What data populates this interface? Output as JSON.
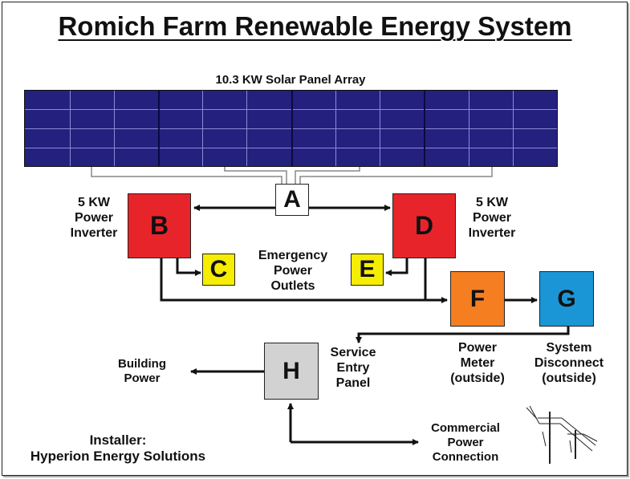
{
  "title": "Romich Farm Renewable Energy System",
  "solar_array_label": "10.3 KW Solar Panel Array",
  "inverter_b": {
    "letter": "B",
    "label_lines": [
      "5 KW",
      "Power",
      "Inverter"
    ]
  },
  "inverter_d": {
    "letter": "D",
    "label_lines": [
      "5 KW",
      "Power",
      "Inverter"
    ]
  },
  "junction_a": {
    "letter": "A"
  },
  "outlet_c": {
    "letter": "C"
  },
  "outlet_e": {
    "letter": "E"
  },
  "emergency_label_lines": [
    "Emergency",
    "Power",
    "Outlets"
  ],
  "meter_f": {
    "letter": "F",
    "label_lines": [
      "Power",
      "Meter",
      "(outside)"
    ]
  },
  "disconnect_g": {
    "letter": "G",
    "label_lines": [
      "System",
      "Disconnect",
      "(outside)"
    ]
  },
  "panel_h": {
    "letter": "H",
    "label_lines": [
      "Service",
      "Entry",
      "Panel"
    ]
  },
  "building_power_lines": [
    "Building",
    "Power"
  ],
  "commercial_lines": [
    "Commercial",
    "Power",
    "Connection"
  ],
  "installer": {
    "heading": "Installer:",
    "name": "Hyperion Energy Solutions"
  },
  "colors": {
    "panel_blue": "#23207e",
    "inverter_red": "#e8242b",
    "outlet_yellow": "#f6ee00",
    "meter_orange": "#f57e20",
    "disconnect_blue": "#1a96d6",
    "service_gray": "#d2d2d2"
  }
}
